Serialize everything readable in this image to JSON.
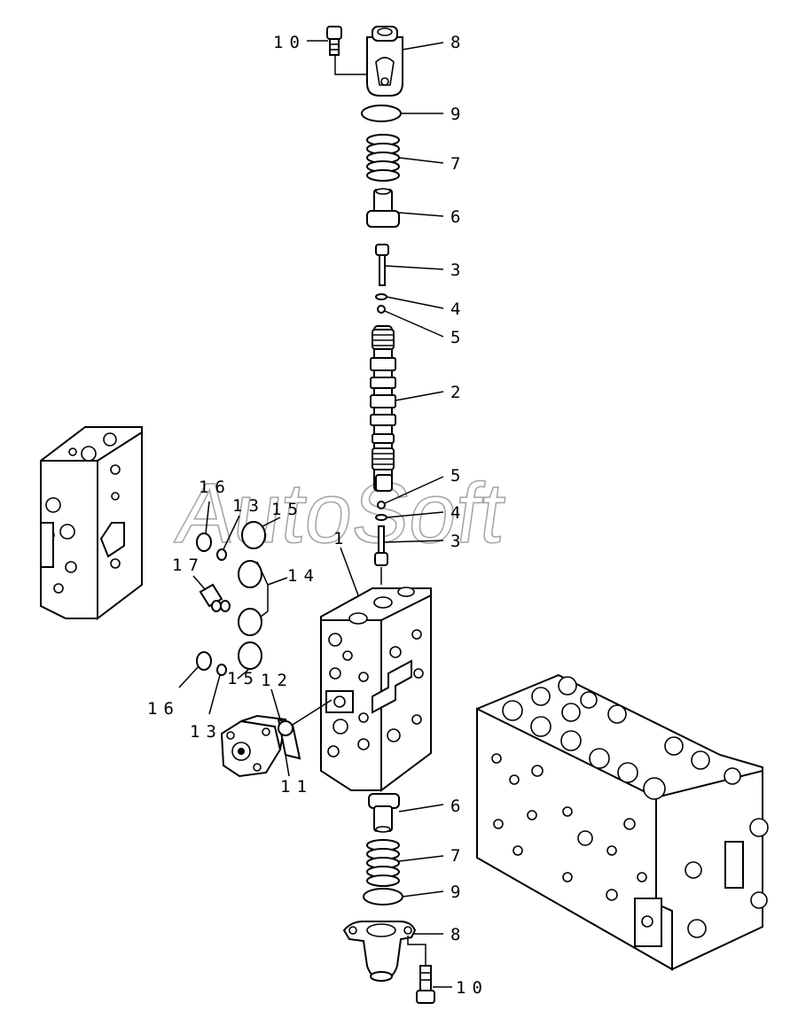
{
  "watermark": "AutoSoft",
  "callouts": {
    "c10_top": "10",
    "c8_top": "8",
    "c9_top": "9",
    "c7_top": "7",
    "c6_top": "6",
    "c3_top": "3",
    "c4_top": "4",
    "c5_top": "5",
    "c2": "2",
    "c5_mid": "5",
    "c4_mid": "4",
    "c3_mid": "3",
    "c1": "1",
    "c16_top": "16",
    "c13_top": "13",
    "c15_top": "15",
    "c17": "17",
    "c14": "14",
    "c16_bot": "16",
    "c13_bot": "13",
    "c15_bot": "15",
    "c12": "12",
    "c11": "11",
    "c6_bot": "6",
    "c7_bot": "7",
    "c9_bot": "9",
    "c8_bot": "8",
    "c10_bot": "10"
  }
}
